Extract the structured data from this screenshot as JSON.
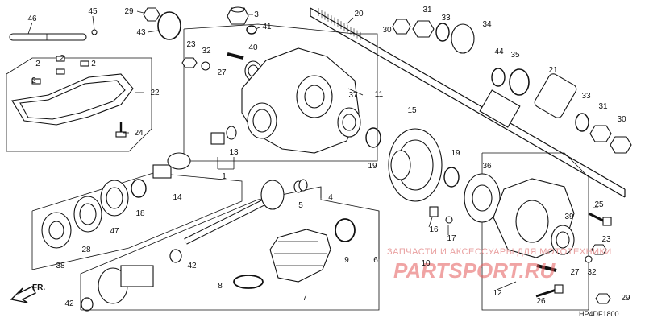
{
  "diagram": {
    "code": "HP4DF1800",
    "direction_label": "FR.",
    "watermark_top": "ЗАПЧАСТИ И АКСЕССУАРЫ ДЛЯ МОТОТЕХНИКИ",
    "watermark_brand": "PARTSPORT.RU",
    "labels": [
      {
        "id": "l46",
        "text": "46"
      },
      {
        "id": "l45",
        "text": "45"
      },
      {
        "id": "l29a",
        "text": "29"
      },
      {
        "id": "l43",
        "text": "43"
      },
      {
        "id": "l3",
        "text": "3"
      },
      {
        "id": "l41",
        "text": "41"
      },
      {
        "id": "l20",
        "text": "20"
      },
      {
        "id": "l31a",
        "text": "31"
      },
      {
        "id": "l33a",
        "text": "33"
      },
      {
        "id": "l30a",
        "text": "30"
      },
      {
        "id": "l34",
        "text": "34"
      },
      {
        "id": "l2a",
        "text": "2"
      },
      {
        "id": "l2b",
        "text": "2"
      },
      {
        "id": "l2c",
        "text": "2"
      },
      {
        "id": "l2d",
        "text": "2"
      },
      {
        "id": "l23a",
        "text": "23"
      },
      {
        "id": "l32a",
        "text": "32"
      },
      {
        "id": "l40",
        "text": "40"
      },
      {
        "id": "l44",
        "text": "44"
      },
      {
        "id": "l35",
        "text": "35"
      },
      {
        "id": "l21",
        "text": "21"
      },
      {
        "id": "l22",
        "text": "22"
      },
      {
        "id": "l27a",
        "text": "27"
      },
      {
        "id": "l37",
        "text": "37"
      },
      {
        "id": "l11",
        "text": "11"
      },
      {
        "id": "l33b",
        "text": "33"
      },
      {
        "id": "l31b",
        "text": "31"
      },
      {
        "id": "l30b",
        "text": "30"
      },
      {
        "id": "l24",
        "text": "24"
      },
      {
        "id": "l15",
        "text": "15"
      },
      {
        "id": "l13",
        "text": "13"
      },
      {
        "id": "l19a",
        "text": "19"
      },
      {
        "id": "l19b",
        "text": "19"
      },
      {
        "id": "l1",
        "text": "1"
      },
      {
        "id": "l36",
        "text": "36"
      },
      {
        "id": "l14",
        "text": "14"
      },
      {
        "id": "l4",
        "text": "4"
      },
      {
        "id": "l5",
        "text": "5"
      },
      {
        "id": "l25",
        "text": "25"
      },
      {
        "id": "l18",
        "text": "18"
      },
      {
        "id": "l39",
        "text": "39"
      },
      {
        "id": "l16",
        "text": "16"
      },
      {
        "id": "l17",
        "text": "17"
      },
      {
        "id": "l38",
        "text": "38"
      },
      {
        "id": "l28",
        "text": "28"
      },
      {
        "id": "l47",
        "text": "47"
      },
      {
        "id": "l23b",
        "text": "23"
      },
      {
        "id": "l9",
        "text": "9"
      },
      {
        "id": "l42a",
        "text": "42"
      },
      {
        "id": "l6",
        "text": "6"
      },
      {
        "id": "l10",
        "text": "10"
      },
      {
        "id": "l27b",
        "text": "27"
      },
      {
        "id": "l32b",
        "text": "32"
      },
      {
        "id": "l12",
        "text": "12"
      },
      {
        "id": "l8",
        "text": "8"
      },
      {
        "id": "l7",
        "text": "7"
      },
      {
        "id": "l26",
        "text": "26"
      },
      {
        "id": "l42b",
        "text": "42"
      },
      {
        "id": "l29b",
        "text": "29"
      }
    ]
  }
}
